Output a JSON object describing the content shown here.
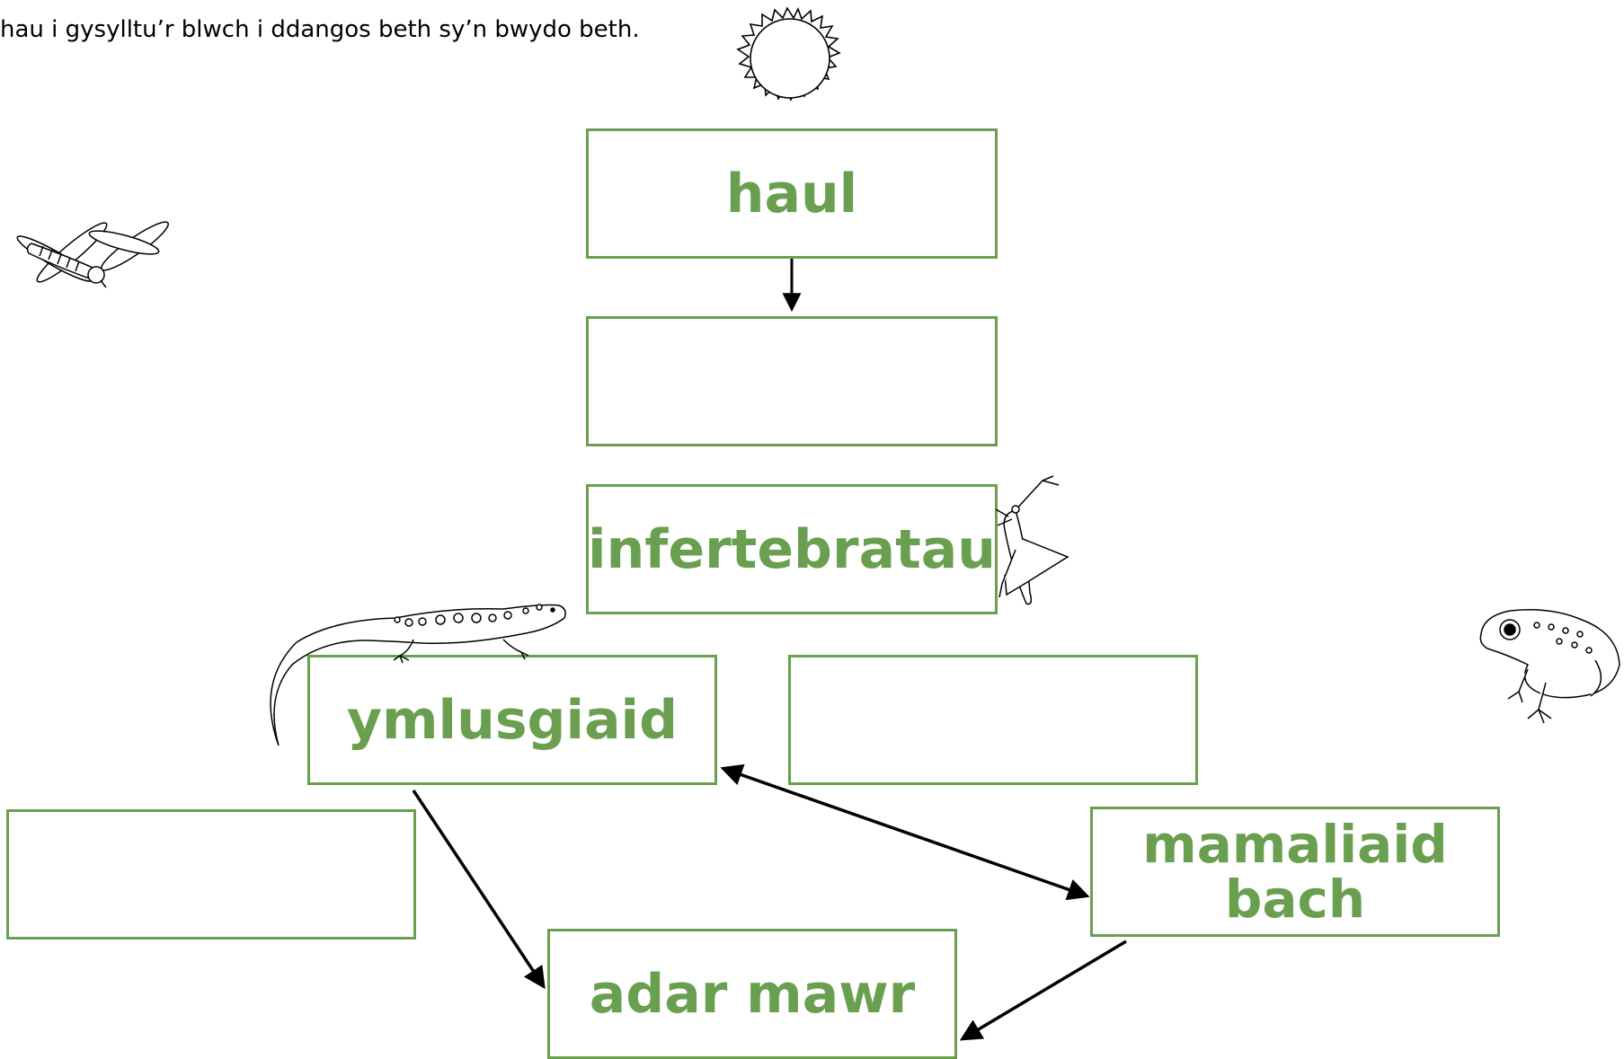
{
  "instruction": "hau i gysylltu’r blwch i ddangos beth sy’n bwydo beth.",
  "boxes": {
    "haul": "haul",
    "empty_1": "",
    "infertebratau": "infertebratau",
    "ymlusgiaid": "ymlusgiaid",
    "empty_2": "",
    "empty_3": "",
    "mamaliaid_bach": "mamaliaid\nbach",
    "adar_mawr": "adar mawr"
  },
  "colors": {
    "box_border": "#6a9f50",
    "box_text": "#6a9f50",
    "arrow": "#000000"
  },
  "icons": [
    "sun-icon",
    "dragonfly-icon",
    "grasshopper-icon",
    "lizard-icon",
    "frog-icon"
  ]
}
